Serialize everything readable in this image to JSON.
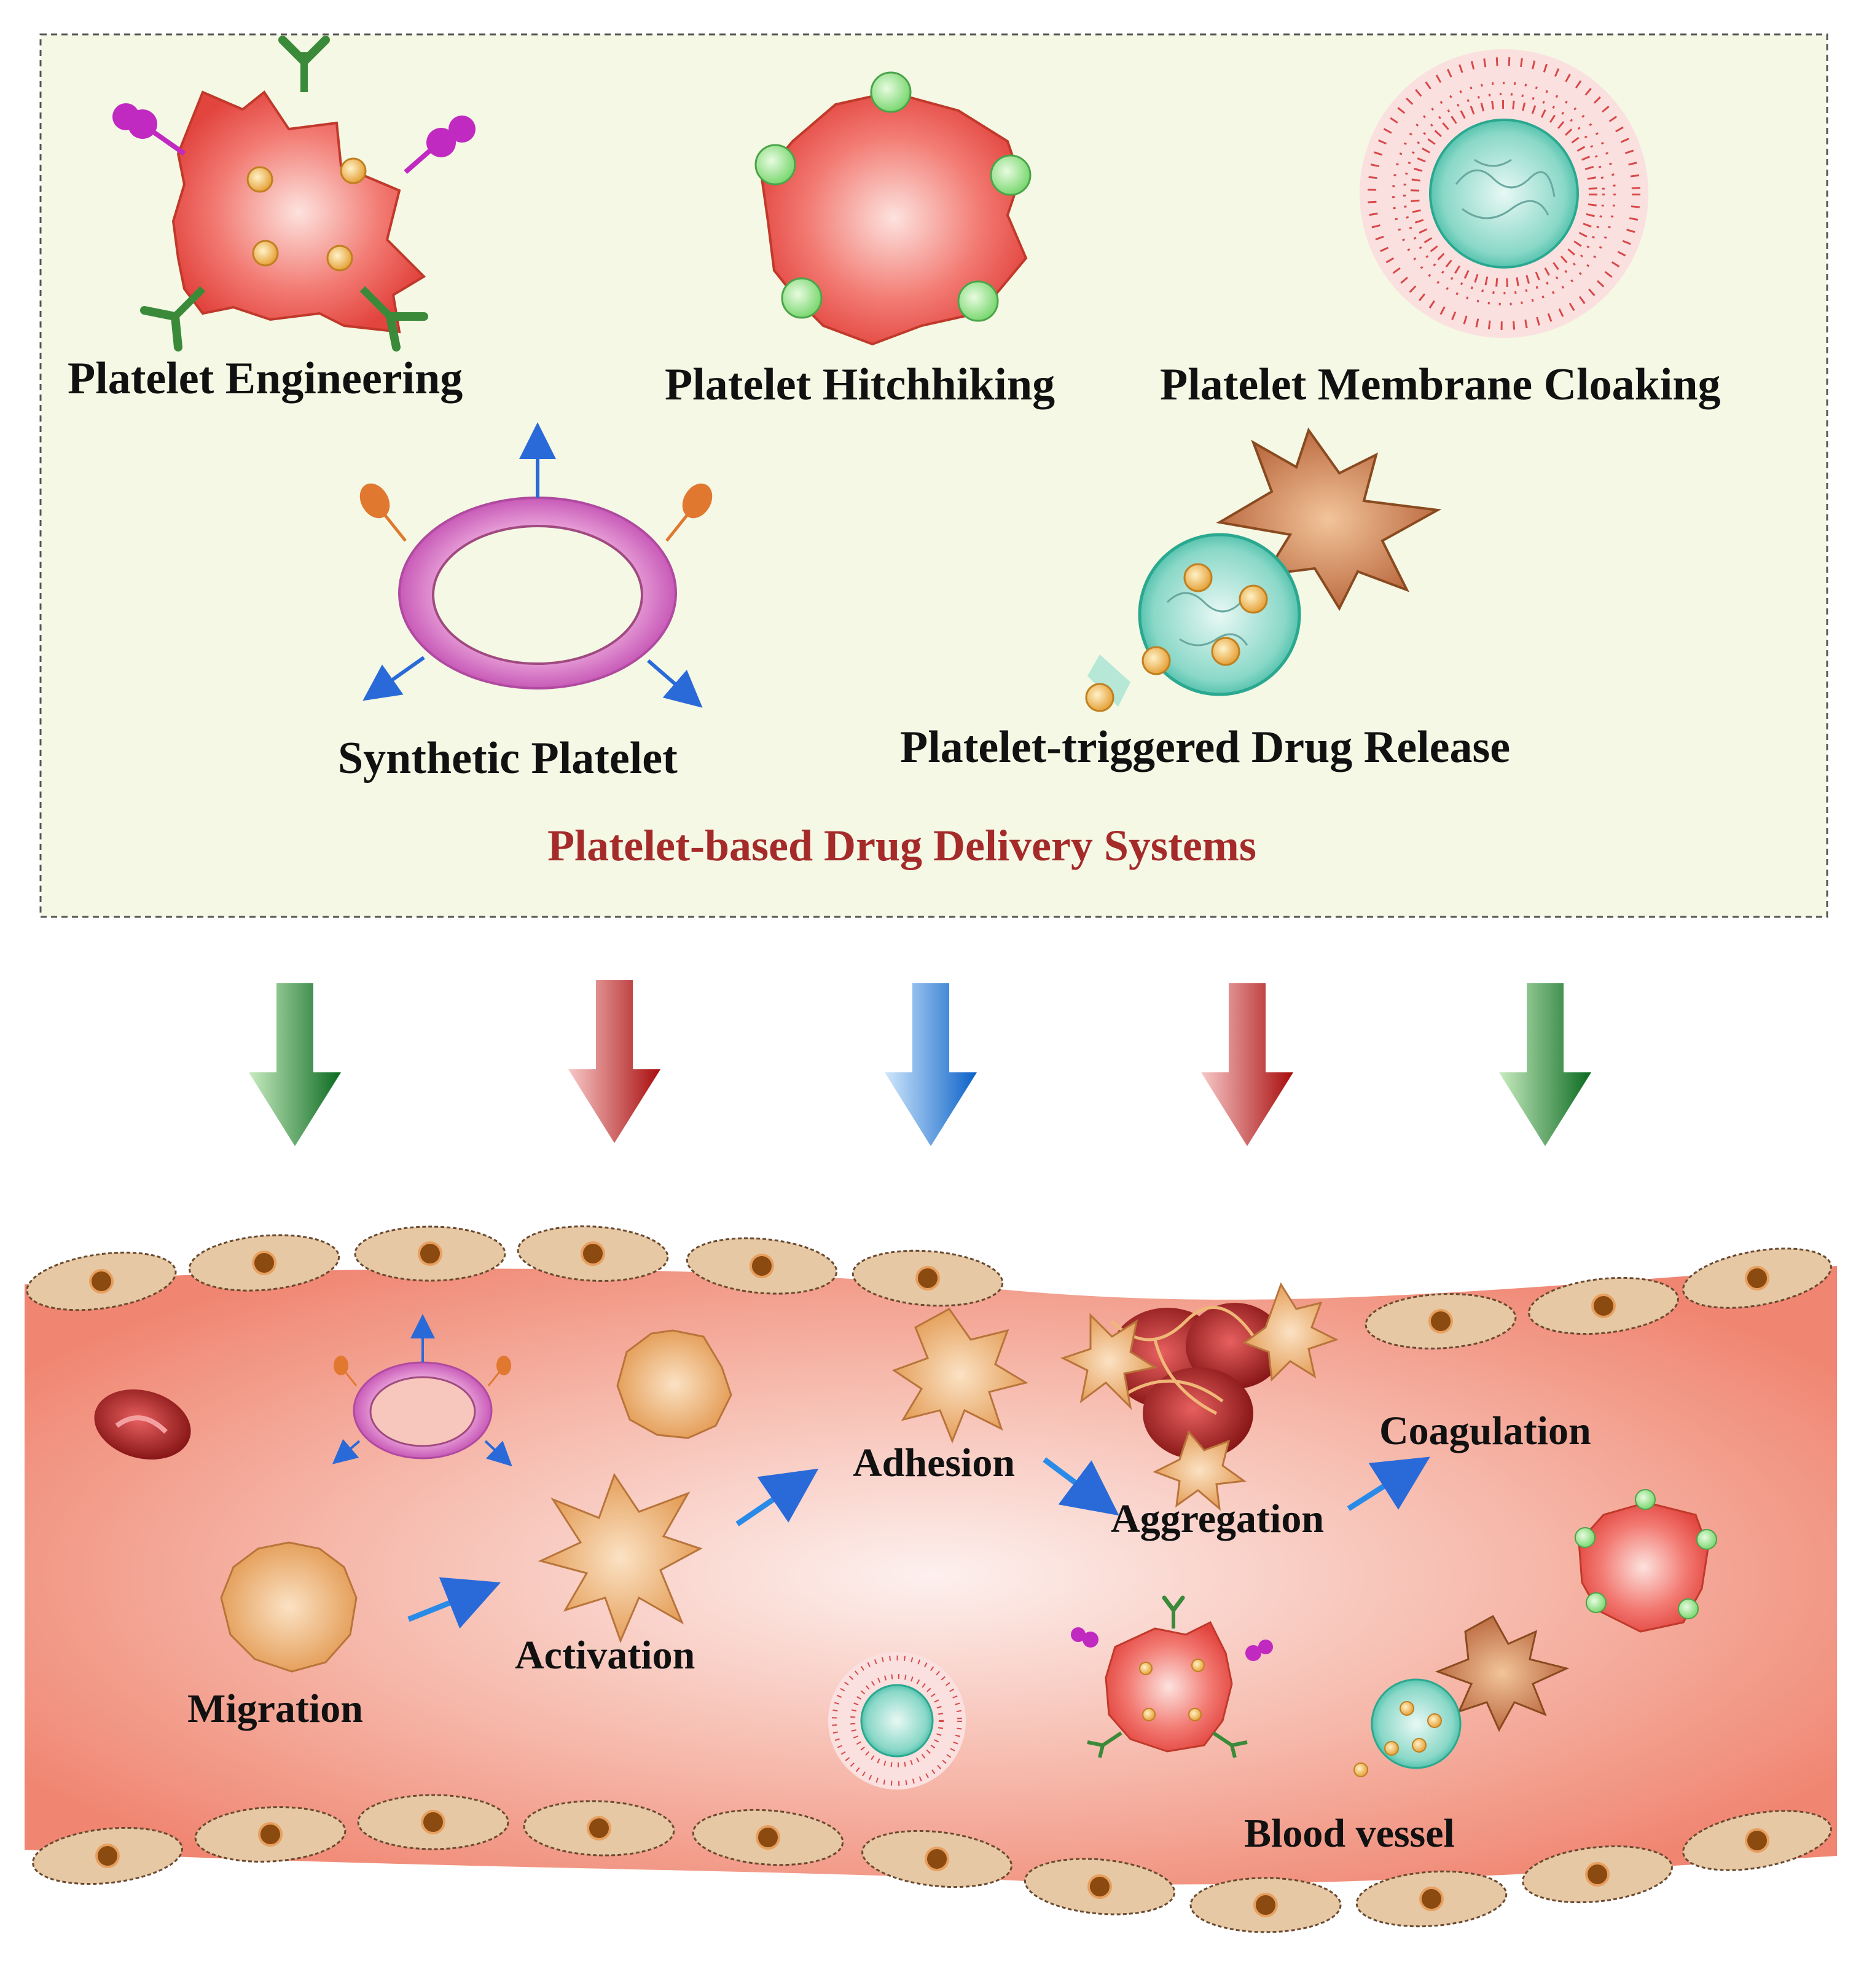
{
  "top_panel": {
    "title": "Platelet-based Drug Delivery Systems",
    "title_color": "#a52a2a",
    "items": [
      {
        "label": "Platelet Engineering"
      },
      {
        "label": "Platelet Hitchhiking"
      },
      {
        "label": "Platelet Membrane Cloaking"
      },
      {
        "label": "Synthetic Platelet"
      },
      {
        "label": "Platelet-triggered Drug Release"
      }
    ]
  },
  "arrows": [
    {
      "color": "green"
    },
    {
      "color": "red"
    },
    {
      "color": "blue"
    },
    {
      "color": "red"
    },
    {
      "color": "green"
    }
  ],
  "vessel": {
    "steps": [
      "Migration",
      "Activation",
      "Adhesion",
      "Aggregation",
      "Coagulation"
    ],
    "label": "Blood vessel"
  },
  "colors": {
    "panel_bg": "#f4f8e4",
    "vessel": "#f08a78",
    "endothelial_cell": "#e6c8a4",
    "nucleus": "#8a4a10",
    "platelet_red": "#e85a56",
    "platelet_tan": "#e8a05a",
    "step_arrow": "#2a8ae8"
  }
}
